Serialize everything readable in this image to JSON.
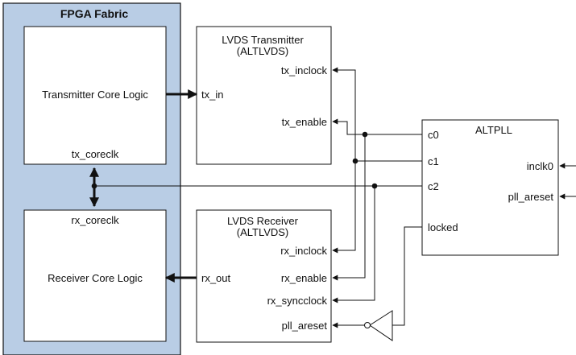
{
  "fpga": {
    "title": "FPGA Fabric",
    "tx_core": "Transmitter Core Logic",
    "tx_coreclk": "tx_coreclk",
    "rx_coreclk": "rx_coreclk",
    "rx_core": "Receiver Core Logic"
  },
  "lvds_tx": {
    "title_line1": "LVDS Transmitter",
    "title_line2": "(ALTLVDS)",
    "port_inclock": "tx_inclock",
    "port_in": "tx_in",
    "port_enable": "tx_enable"
  },
  "lvds_rx": {
    "title_line1": "LVDS Receiver",
    "title_line2": "(ALTLVDS)",
    "port_inclock": "rx_inclock",
    "port_out": "rx_out",
    "port_enable": "rx_enable",
    "port_syncclock": "rx_syncclock",
    "port_pll_areset": "pll_areset"
  },
  "altpll": {
    "title": "ALTPLL",
    "port_c0": "c0",
    "port_c1": "c1",
    "port_c2": "c2",
    "port_locked": "locked",
    "port_inclk0": "inclk0",
    "port_pll_areset": "pll_areset"
  },
  "colors": {
    "fabric": "#b9cde5",
    "line": "#111111"
  }
}
